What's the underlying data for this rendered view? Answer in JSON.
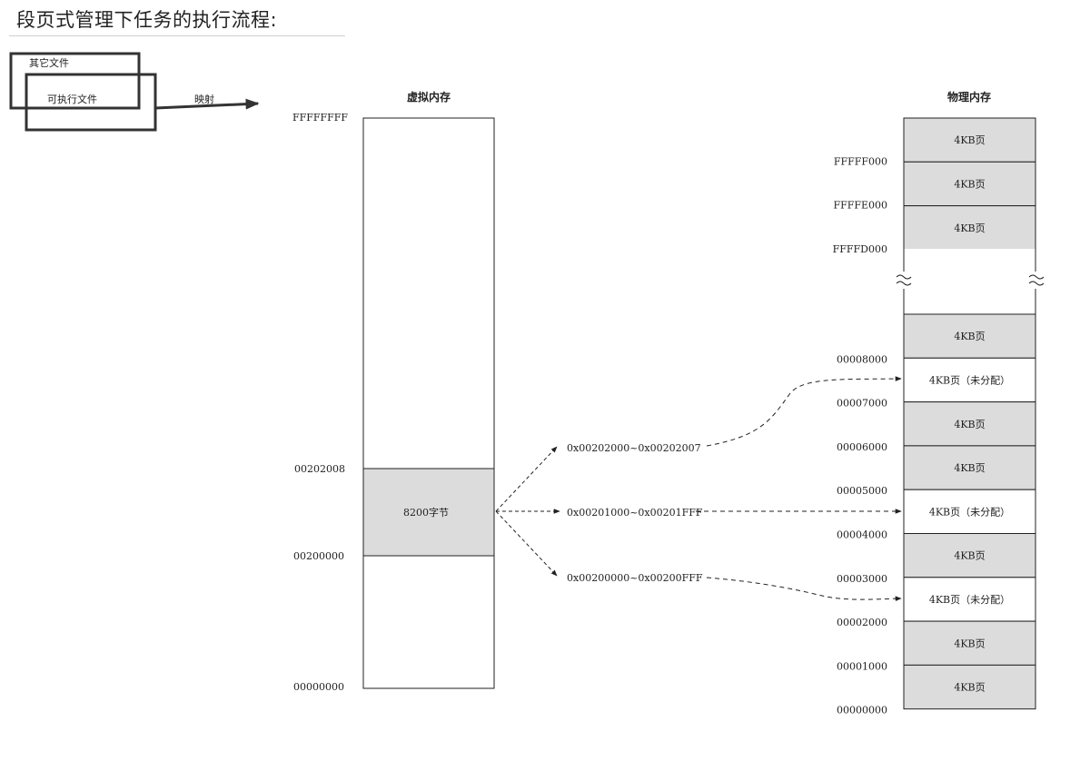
{
  "title": "段页式管理下任务的执行流程:",
  "files": {
    "other_file": "其它文件",
    "exec_file": "可执行文件",
    "map_label": "映射"
  },
  "virtual": {
    "header": "虚拟内存",
    "addr_top": "FFFFFFFF",
    "addr_seg_top": "00202008",
    "addr_seg_bottom": "00200000",
    "addr_bottom": "00000000",
    "segment_label": "8200字节"
  },
  "ranges": {
    "r1": "0x00202000~0x00202007",
    "r2": "0x00201000~0x00201FFF",
    "r3": "0x00200000~0x00200FFF"
  },
  "physical": {
    "header": "物理内存",
    "top_pages": [
      "4KB页",
      "4KB页",
      "4KB页"
    ],
    "top_addrs": [
      "FFFFF000",
      "FFFFE000",
      "FFFFD000"
    ],
    "bottom_pages": [
      "4KB页",
      "4KB页（未分配）",
      "4KB页",
      "4KB页",
      "4KB页（未分配）",
      "4KB页",
      "4KB页（未分配）",
      "4KB页",
      "4KB页"
    ],
    "bottom_addrs": [
      "00008000",
      "00007000",
      "00006000",
      "00005000",
      "00004000",
      "00003000",
      "00002000",
      "00001000",
      "00000000"
    ],
    "unallocated_indices": [
      1,
      4,
      6
    ]
  },
  "colors": {
    "allocated_fill": "#dcdcdc",
    "unallocated_fill": "#ffffff",
    "line": "#222222"
  }
}
